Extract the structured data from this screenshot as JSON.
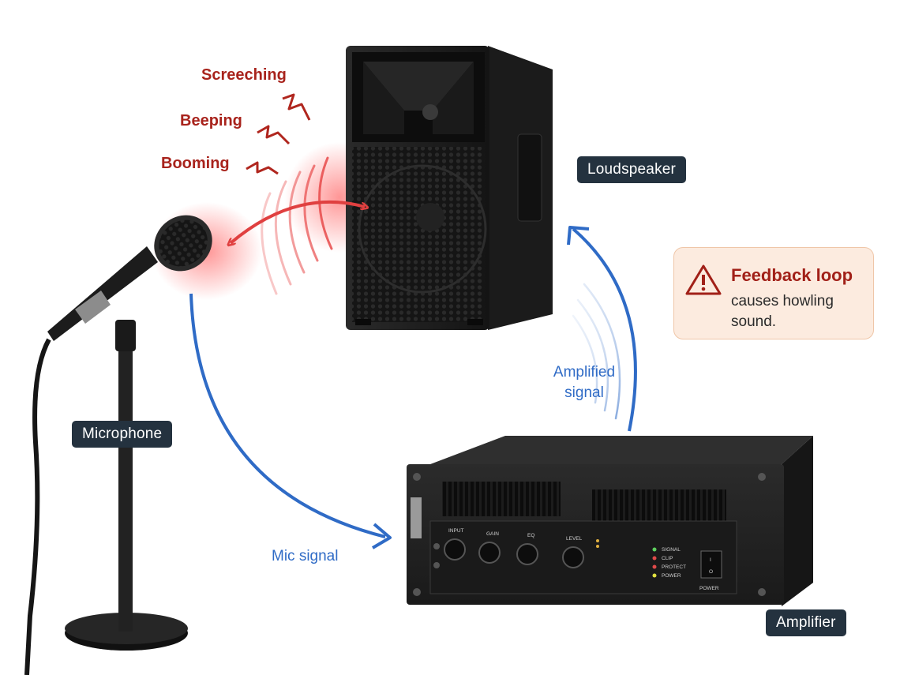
{
  "labels": {
    "loudspeaker": "Loudspeaker",
    "microphone": "Microphone",
    "amplifier": "Amplifier"
  },
  "noises": [
    "Screeching",
    "Beeping",
    "Booming"
  ],
  "signals": {
    "mic_signal": "Mic signal",
    "amplified_signal_line1": "Amplified",
    "amplified_signal_line2": "signal"
  },
  "callout": {
    "title": "Feedback loop",
    "body": "causes howling sound.",
    "icon": "warning-triangle-icon"
  },
  "amplifier_panel": {
    "knob_labels": [
      "INPUT",
      "GAIN",
      "EQ",
      "LEVEL"
    ],
    "indicators": [
      "SIGNAL",
      "CLIP",
      "PROTECT",
      "POWER"
    ],
    "power_label": "POWER",
    "switch_marks": [
      "I",
      "O"
    ]
  },
  "colors": {
    "signal_blue": "#2f6bc6",
    "feedback_red": "#e04040",
    "noise_red": "#a8231c",
    "chip_bg": "#24323f",
    "callout_bg": "#fcebdf"
  }
}
